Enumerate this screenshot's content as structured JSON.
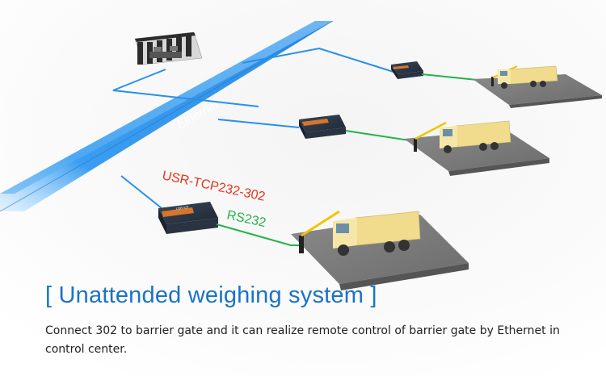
{
  "diagram": {
    "network_label": "Ethernet",
    "device_label": "USR-TCP232-302",
    "link_label": "RS232",
    "device_brand": "USR IOT"
  },
  "caption": {
    "title": "[ Unattended weighing system ]",
    "description": "Connect 302 to barrier gate and it can realize remote control of barrier gate by Ethernet in control center."
  },
  "colors": {
    "ethernet": "#2a8fe8",
    "rs232": "#25b24a",
    "device_label": "#e8331c",
    "title": "#1a73c8",
    "truck": "#f0dc8c",
    "platform": "#7c7c7c"
  }
}
